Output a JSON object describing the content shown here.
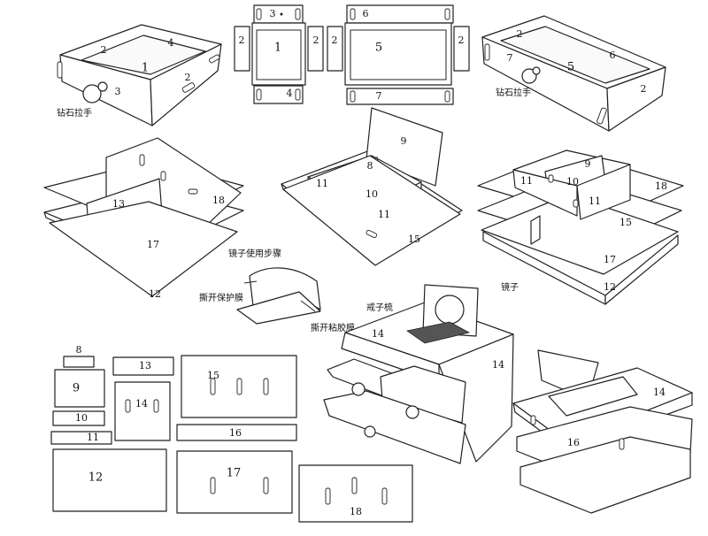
{
  "labels": {
    "a_2l": "2",
    "a_4": "4",
    "a_1": "1",
    "a_2r": "2",
    "a_3": "3",
    "a_caption": "钻石拉手",
    "b_3": "3",
    "b_6": "6",
    "b_2a": "2",
    "b_1": "1",
    "b_2b": "2",
    "b_2c": "2",
    "b_5": "5",
    "b_2d": "2",
    "b_4": "4",
    "b_7": "7",
    "c_2": "2",
    "c_6": "6",
    "c_7": "7",
    "c_5": "5",
    "c_2r": "2",
    "c_caption": "钻石拉手",
    "d_13": "13",
    "d_18": "18",
    "d_17": "17",
    "d_12": "12",
    "e_9": "9",
    "e_8": "8",
    "e_11a": "11",
    "e_10": "10",
    "e_11b": "11",
    "e_15": "15",
    "f_9": "9",
    "f_11a": "11",
    "f_10": "10",
    "f_18": "18",
    "f_11b": "11",
    "f_15": "15",
    "f_17": "17",
    "f_12": "12",
    "g_cap1": "镜子使用步骤",
    "g_cap2": "撕开保护膜",
    "g_cap3": "撕开粘胶膜",
    "h_8": "8",
    "h_13": "13",
    "h_15": "15",
    "h_9": "9",
    "h_14": "14",
    "h_10": "10",
    "h_16": "16",
    "h_11": "11",
    "h_12": "12",
    "h_17": "17",
    "h_18": "18",
    "i_ring": "戒子梳",
    "i_mirror": "镜子",
    "i_14a": "14",
    "i_14b": "14",
    "j_14": "14",
    "j_16": "16"
  }
}
